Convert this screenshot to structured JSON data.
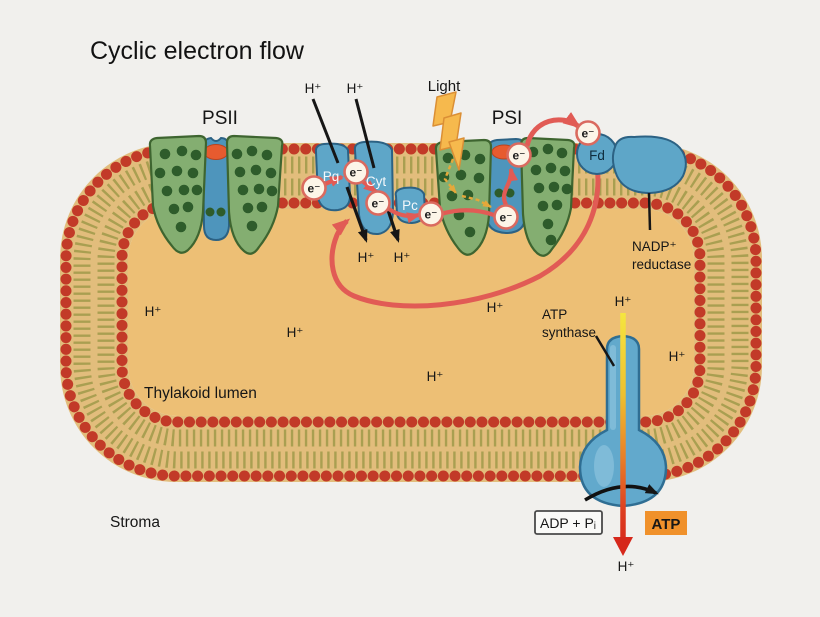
{
  "title": "Cyclic electron flow",
  "diagram": {
    "complexes": {
      "psii": "PSII",
      "psi": "PSI",
      "pq": "Pq",
      "cyt": "Cyt",
      "pc": "Pc",
      "fd": "Fd",
      "nadp_reductase_line1": "NADP⁺",
      "nadp_reductase_line2": "reductase",
      "atp_synthase_line1": "ATP",
      "atp_synthase_line2": "synthase"
    },
    "regions": {
      "lumen": "Thylakoid lumen",
      "stroma": "Stroma"
    },
    "particles": {
      "proton": "H⁺",
      "electron": "e⁻"
    },
    "light_label": "Light",
    "reaction": {
      "substrate": "ADP + Pᵢ",
      "product": "ATP"
    },
    "colors": {
      "background": "#f1f0ed",
      "membrane_bead": "#c23a28",
      "lipid_tail": "#a39b4d",
      "membrane_band": "#e2bd7c",
      "lumen_fill": "#edbf75",
      "complex_green": "#84ae71",
      "complex_green_dot": "#2e5c2b",
      "protein_blue": "#5ea6c8",
      "reaction_center_orange": "#e75b2f",
      "electron_ring": "#da6a5f",
      "flow_arrow_red": "#e15b55",
      "light_bolt": "#f6b94d",
      "atp_box": "#f0912b",
      "proton_flow_top": "#f5e63f",
      "proton_flow_bottom": "#d6281b"
    }
  }
}
